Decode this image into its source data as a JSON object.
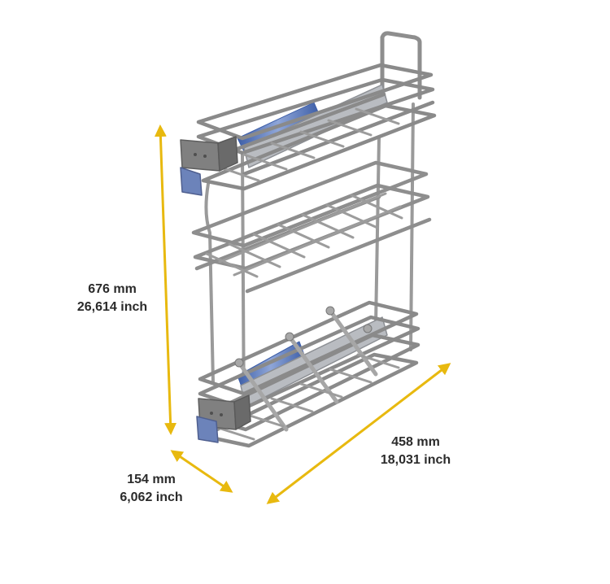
{
  "dimensions": {
    "height": {
      "mm": "676 mm",
      "inch": "26,614 inch"
    },
    "depth": {
      "mm": "154 mm",
      "inch": "6,062 inch"
    },
    "width": {
      "mm": "458 mm",
      "inch": "18,031 inch"
    }
  },
  "colors": {
    "arrow": "#E8B90F",
    "wire": "#9A9A9A",
    "wire_dark": "#6E6E6E",
    "bracket": "#7D7D7D",
    "rail": "#4E6FB8",
    "label": "#2B2B2B"
  },
  "product": {
    "description_icon": "pull-out-wire-basket-icon"
  }
}
